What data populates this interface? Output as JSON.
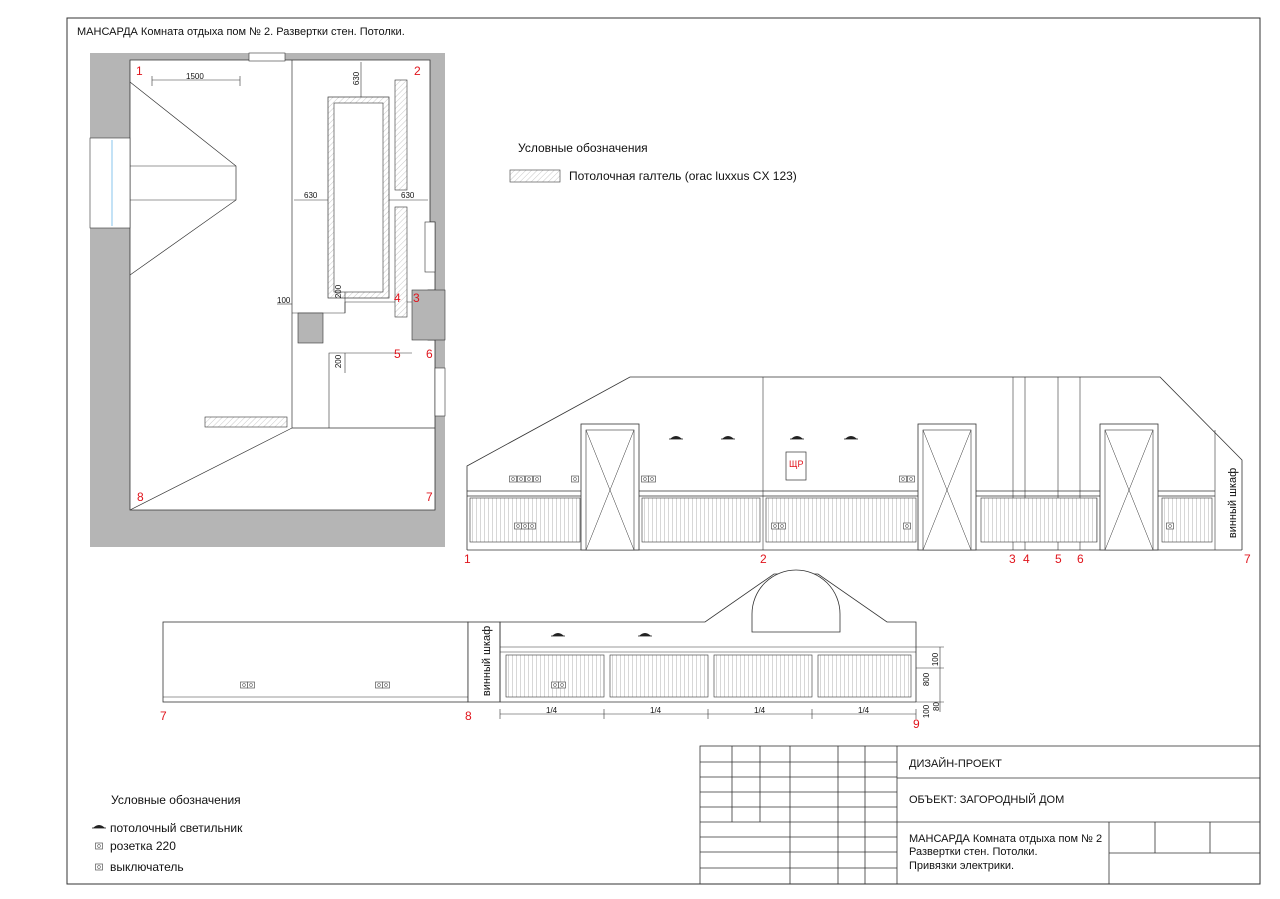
{
  "sheet": {
    "title": "МАНСАРДА  Комната отдыха пом  № 2. Развертки стен. Потолки."
  },
  "plan": {
    "corners": [
      "1",
      "2",
      "3",
      "4",
      "5",
      "6",
      "7",
      "8"
    ],
    "dims": {
      "d1500": "1500",
      "d630_top": "630",
      "d630_left": "630",
      "d630_right": "630",
      "d200_a": "200",
      "d100": "100",
      "d200_b": "200"
    }
  },
  "legend_top": {
    "heading": "Условные обозначения",
    "item": "Потолочная галтель (orac luxxus CX 123)"
  },
  "elevation_1": {
    "points": [
      "1",
      "2",
      "3",
      "4",
      "5",
      "6",
      "7"
    ],
    "panel_label": "ЩР",
    "cabinet_label": "винный шкаф"
  },
  "elevation_2": {
    "points": [
      "7",
      "8",
      "9"
    ],
    "cabinet_label": "винный шкаф",
    "dims": {
      "d1": "1/4",
      "d2": "1/4",
      "d3": "1/4",
      "d4": "1/4",
      "v100": "100",
      "v800": "800",
      "v100b": "100",
      "v80": "80"
    }
  },
  "legend_bottom": {
    "heading": "Условные обозначения",
    "items": [
      "потолочный светильник",
      "розетка 220",
      "выключатель"
    ]
  },
  "title_block": {
    "project": "ДИЗАЙН-ПРОЕКТ",
    "object": "ОБЪЕКТ: ЗАГОРОДНЫЙ ДОМ",
    "desc_line1": "МАНСАРДА  Комната отдыха пом  № 2",
    "desc_line2": "Развертки стен. Потолки.",
    "desc_line3": "Привязки электрики."
  },
  "colors": {
    "wall_fill": "#b5b5b5",
    "line": "#222222",
    "marker": "#e0141c"
  }
}
